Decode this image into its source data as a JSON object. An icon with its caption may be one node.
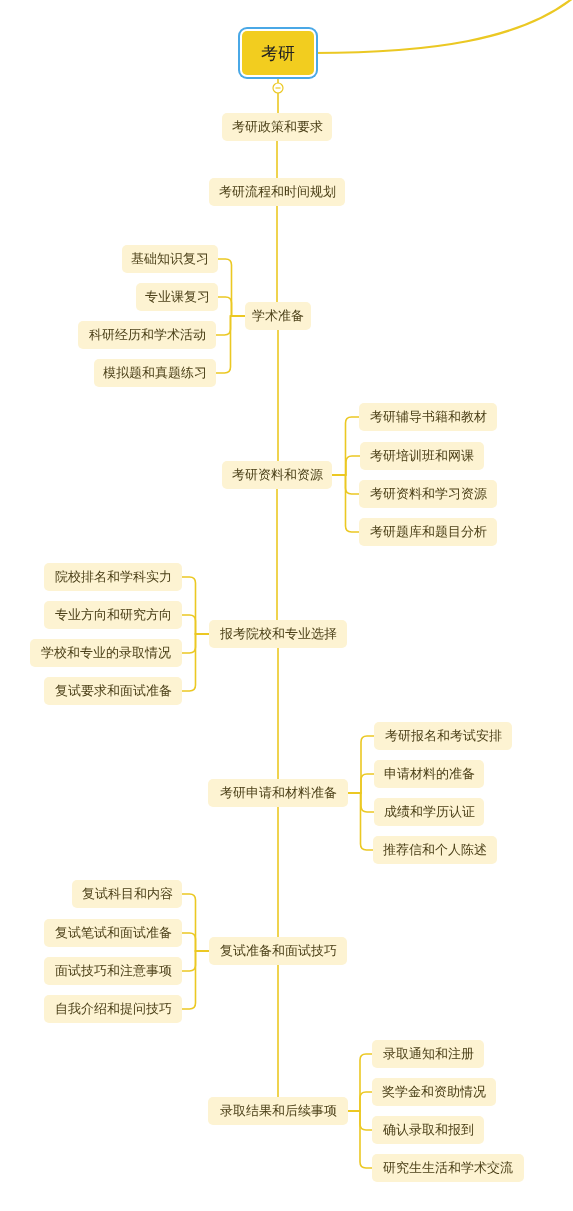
{
  "diagram": {
    "nodes": [
      {
        "text": [
          "考研"
        ]
      },
      {
        "text": [
          "考研政策和要求"
        ]
      },
      {
        "text": [
          "考研流程和时间规划"
        ]
      },
      {
        "text": [
          "学术准备"
        ]
      },
      {
        "text": [
          "基础知识复习"
        ]
      },
      {
        "text": [
          "专业课复习"
        ]
      },
      {
        "text": [
          "科研经历和学术活动"
        ]
      },
      {
        "text": [
          "模拟题和真题练习"
        ]
      },
      {
        "text": [
          "考研资料和资源"
        ]
      },
      {
        "text": [
          "考研辅导书籍和教材"
        ]
      },
      {
        "text": [
          "考研培训班和网课"
        ]
      },
      {
        "text": [
          "考研资料和学习资源"
        ]
      },
      {
        "text": [
          "考研题库和题目分析"
        ]
      },
      {
        "text": [
          "报考院校和专业选择"
        ]
      },
      {
        "text": [
          "院校排名和学科实力"
        ]
      },
      {
        "text": [
          "专业方向和研究方向"
        ]
      },
      {
        "text": [
          "学校和专业的录取情况"
        ]
      },
      {
        "text": [
          "复试要求和面试准备"
        ]
      },
      {
        "text": [
          "考研申请和材料准备"
        ]
      },
      {
        "text": [
          "考研报名和考试安排"
        ]
      },
      {
        "text": [
          "申请材料的准备"
        ]
      },
      {
        "text": [
          "成绩和学历认证"
        ]
      },
      {
        "text": [
          "推荐信和个人陈述"
        ]
      },
      {
        "text": [
          "复试准备和面试技巧"
        ]
      },
      {
        "text": [
          "复试科目和内容"
        ]
      },
      {
        "text": [
          "复试笔试和面试准备"
        ]
      },
      {
        "text": [
          "面试技巧和注意事项"
        ]
      },
      {
        "text": [
          "自我介绍和提问技巧"
        ]
      },
      {
        "text": [
          "录取结果和后续事项"
        ]
      },
      {
        "text": [
          "录取通知和注册"
        ]
      },
      {
        "text": [
          "奖学金和资助情况"
        ]
      },
      {
        "text": [
          "确认录取和报到"
        ]
      },
      {
        "text": [
          "研究生生活和学术交流"
        ]
      }
    ],
    "edges": [
      {
        "from": 0,
        "to": null,
        "arrow": "none"
      },
      {
        "from": 0,
        "to": 1,
        "arrow": "none"
      },
      {
        "from": 1,
        "to": 2,
        "arrow": "none"
      },
      {
        "from": 2,
        "to": 3,
        "arrow": "none"
      },
      {
        "from": 3,
        "to": 4,
        "arrow": "none"
      },
      {
        "from": 3,
        "to": 5,
        "arrow": "none"
      },
      {
        "from": 3,
        "to": 6,
        "arrow": "none"
      },
      {
        "from": 3,
        "to": 7,
        "arrow": "none"
      },
      {
        "from": 3,
        "to": 8,
        "arrow": "none"
      },
      {
        "from": 8,
        "to": 9,
        "arrow": "none"
      },
      {
        "from": 8,
        "to": 10,
        "arrow": "none"
      },
      {
        "from": 8,
        "to": 11,
        "arrow": "none"
      },
      {
        "from": 8,
        "to": 12,
        "arrow": "none"
      },
      {
        "from": 8,
        "to": 13,
        "arrow": "none"
      },
      {
        "from": 13,
        "to": 14,
        "arrow": "none"
      },
      {
        "from": 13,
        "to": 15,
        "arrow": "none"
      },
      {
        "from": 13,
        "to": 16,
        "arrow": "none"
      },
      {
        "from": 13,
        "to": 17,
        "arrow": "none"
      },
      {
        "from": 13,
        "to": 18,
        "arrow": "none"
      },
      {
        "from": 18,
        "to": 19,
        "arrow": "none"
      },
      {
        "from": 18,
        "to": 20,
        "arrow": "none"
      },
      {
        "from": 18,
        "to": 21,
        "arrow": "none"
      },
      {
        "from": 18,
        "to": 22,
        "arrow": "none"
      },
      {
        "from": 18,
        "to": 23,
        "arrow": "none"
      },
      {
        "from": 23,
        "to": 24,
        "arrow": "none"
      },
      {
        "from": 23,
        "to": 25,
        "arrow": "none"
      },
      {
        "from": 23,
        "to": 26,
        "arrow": "none"
      },
      {
        "from": 23,
        "to": 27,
        "arrow": "none"
      },
      {
        "from": 23,
        "to": 28,
        "arrow": "none"
      },
      {
        "from": 28,
        "to": 29,
        "arrow": "none"
      },
      {
        "from": 28,
        "to": 30,
        "arrow": "none"
      },
      {
        "from": 28,
        "to": 31,
        "arrow": "none"
      },
      {
        "from": 28,
        "to": 32,
        "arrow": "none"
      }
    ]
  }
}
